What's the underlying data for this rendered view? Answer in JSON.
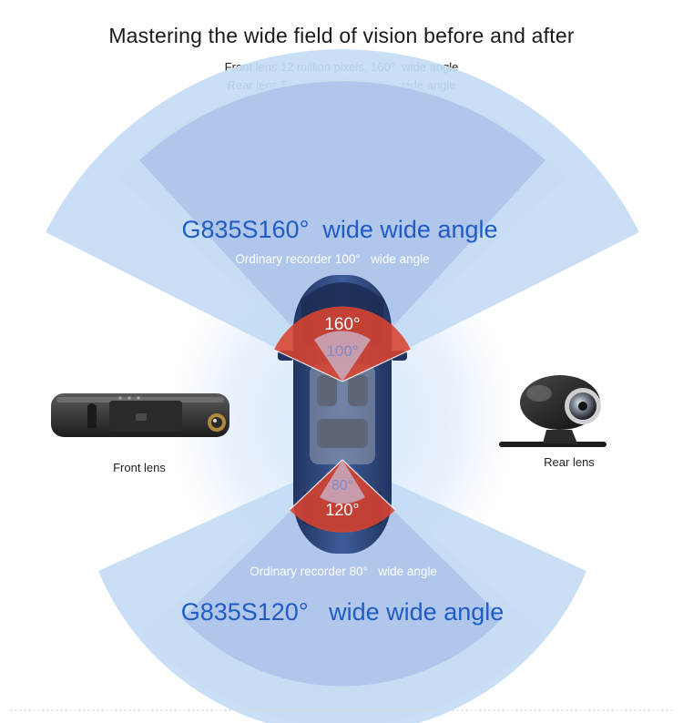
{
  "header": {
    "title": "Mastering the wide field of vision before and after",
    "front_spec": "Front lens 12 million pixels, 160°  wide angle",
    "rear_spec": "Rear lens 5 million pixels, 120°   wide angle"
  },
  "front_view": {
    "main_label": "G835S160°  wide wide angle",
    "ordinary_label": "Ordinary recorder 100°   wide angle",
    "angle_outer": "160°",
    "angle_inner": "100°"
  },
  "rear_view": {
    "main_label": "G835S120°   wide wide angle",
    "ordinary_label": "Ordinary recorder 80°   wide angle",
    "angle_outer": "120°",
    "angle_inner": "80°"
  },
  "devices": {
    "front_caption": "Front lens",
    "rear_caption": "Rear lens"
  },
  "colors": {
    "wide_fan": "#c3dcf4",
    "ordinary_fan": "#b0c4ea",
    "pink_band": "#ecdde8",
    "angle_red": "#d9432f",
    "label_blue": "#1f5cc4",
    "car_blue": "#2f4c86"
  }
}
